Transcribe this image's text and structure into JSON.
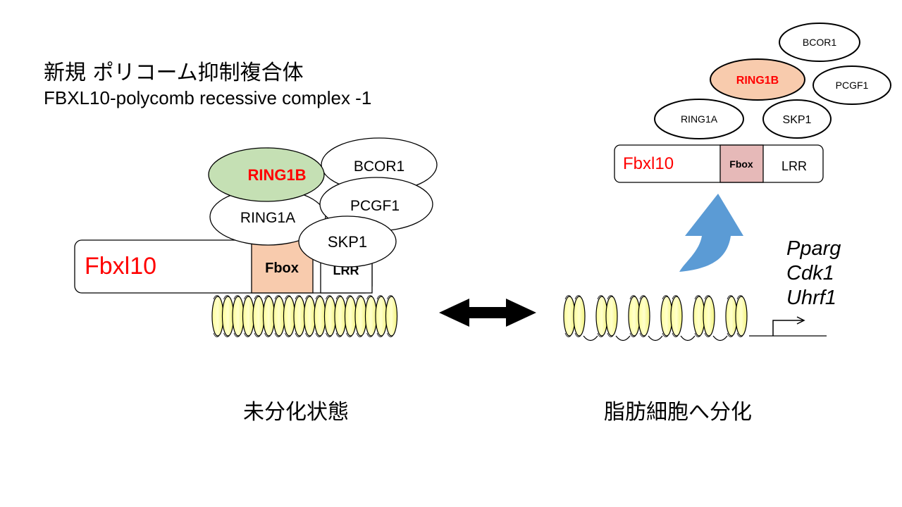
{
  "title": {
    "ja": "新規 ポリコーム抑制複合体",
    "en": "FBXL10-polycomb recessive complex -1"
  },
  "left_complex": {
    "fbxl10": "Fbxl10",
    "fbox": "Fbox",
    "lrr": "LRR",
    "ring1b": "RING1B",
    "ring1a": "RING1A",
    "bcor1": "BCOR1",
    "pcgf1": "PCGF1",
    "skp1": "SKP1"
  },
  "right_complex": {
    "fbxl10": "Fbxl10",
    "fbox": "Fbox",
    "lrr": "LRR",
    "ring1b": "RING1B",
    "ring1a": "RING1A",
    "bcor1": "BCOR1",
    "pcgf1": "PCGF1",
    "skp1": "SKP1"
  },
  "genes": [
    "Pparg",
    "Cdk1",
    "Uhrf1"
  ],
  "captions": {
    "left": "未分化状態",
    "right": "脂肪細胞へ分化"
  },
  "colors": {
    "red_text": "#ff0000",
    "ring1b_left": "#c5e0b4",
    "ring1b_right": "#f8cbad",
    "fbox_left": "#f8cbad",
    "fbox_right": "#e6b9b8",
    "nucleosome": "#ffff99",
    "arrow_blue": "#5b9bd5"
  }
}
